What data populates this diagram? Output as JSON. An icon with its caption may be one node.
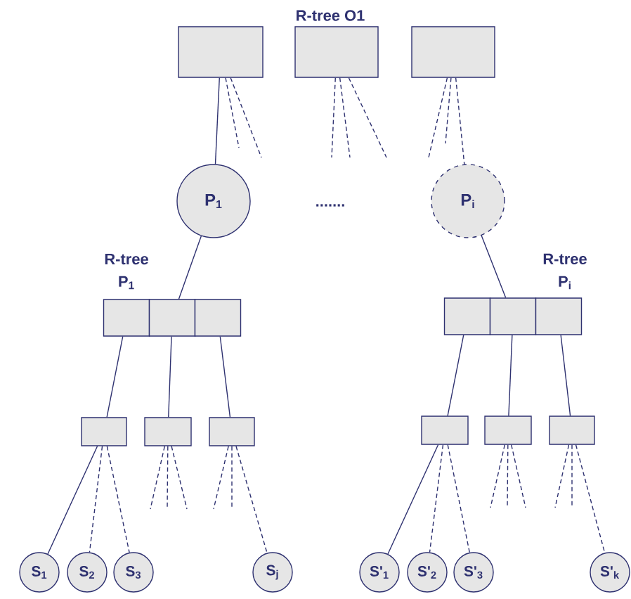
{
  "diagram": {
    "title": "R-tree O1",
    "nodes": [
      {
        "text": [],
        "shape": "box"
      },
      {
        "text": [],
        "shape": "box"
      },
      {
        "text": [],
        "shape": "box"
      },
      {
        "text": [
          "P$_{1}$"
        ]
      },
      {
        "text": [
          "P$_{i}$"
        ]
      },
      {
        "text": [],
        "shape": "box"
      },
      {
        "text": [],
        "shape": "box"
      },
      {
        "text": [],
        "shape": "box"
      },
      {
        "text": [],
        "shape": "box"
      },
      {
        "text": [],
        "shape": "box"
      },
      {
        "text": [],
        "shape": "box"
      },
      {
        "text": [],
        "shape": "box"
      },
      {
        "text": [],
        "shape": "box"
      },
      {
        "text": [],
        "shape": "box"
      },
      {
        "text": [],
        "shape": "box"
      },
      {
        "text": [],
        "shape": "box"
      },
      {
        "text": [],
        "shape": "box"
      },
      {
        "text": [
          "S$_{1}$"
        ]
      },
      {
        "text": [
          "S$_{2}$"
        ]
      },
      {
        "text": [
          "S$_{3}$"
        ]
      },
      {
        "text": [
          "S$_{j}$"
        ]
      },
      {
        "text": [
          "S'$_{1}$"
        ]
      },
      {
        "text": [
          "S'$_{2}$"
        ]
      },
      {
        "text": [
          "S'$_{3}$"
        ]
      },
      {
        "text": [
          "S'$_{k}$"
        ]
      }
    ],
    "edges": [
      {
        "from": 0,
        "to": 3,
        "arrow": "none"
      },
      {
        "from": 0,
        "to": null,
        "arrow": "none",
        "style": "dashed"
      },
      {
        "from": 0,
        "to": null,
        "arrow": "none",
        "style": "dashed"
      },
      {
        "from": 1,
        "to": null,
        "arrow": "none",
        "style": "dashed"
      },
      {
        "from": 1,
        "to": null,
        "arrow": "none",
        "style": "dashed"
      },
      {
        "from": 1,
        "to": null,
        "arrow": "none",
        "style": "dashed"
      },
      {
        "from": 2,
        "to": null,
        "arrow": "none",
        "style": "dashed"
      },
      {
        "from": 2,
        "to": null,
        "arrow": "none",
        "style": "dashed"
      },
      {
        "from": 2,
        "to": 4,
        "arrow": "none",
        "style": "dashed"
      },
      {
        "from": 3,
        "to": 6,
        "arrow": "none"
      },
      {
        "from": 4,
        "to": 9,
        "arrow": "none"
      },
      {
        "from": 5,
        "to": 11,
        "arrow": "none"
      },
      {
        "from": 6,
        "to": 12,
        "arrow": "none"
      },
      {
        "from": 7,
        "to": 13,
        "arrow": "none"
      },
      {
        "from": 8,
        "to": 14,
        "arrow": "none"
      },
      {
        "from": 9,
        "to": 15,
        "arrow": "none"
      },
      {
        "from": 10,
        "to": 16,
        "arrow": "none"
      },
      {
        "from": 11,
        "to": 17,
        "arrow": "none"
      },
      {
        "from": 11,
        "to": 18,
        "arrow": "none",
        "style": "dashed"
      },
      {
        "from": 11,
        "to": 19,
        "arrow": "none",
        "style": "dashed"
      },
      {
        "from": 12,
        "to": null,
        "arrow": "none",
        "style": "dashed"
      },
      {
        "from": 12,
        "to": null,
        "arrow": "none",
        "style": "dashed"
      },
      {
        "from": 12,
        "to": null,
        "arrow": "none",
        "style": "dashed"
      },
      {
        "from": 13,
        "to": null,
        "arrow": "none",
        "style": "dashed"
      },
      {
        "from": 13,
        "to": null,
        "arrow": "none",
        "style": "dashed"
      },
      {
        "from": 13,
        "to": 20,
        "arrow": "none",
        "style": "dashed"
      },
      {
        "from": 14,
        "to": 21,
        "arrow": "none"
      },
      {
        "from": 14,
        "to": 22,
        "arrow": "none",
        "style": "dashed"
      },
      {
        "from": 14,
        "to": 23,
        "arrow": "none",
        "style": "dashed"
      },
      {
        "from": 15,
        "to": null,
        "arrow": "none",
        "style": "dashed"
      },
      {
        "from": 15,
        "to": null,
        "arrow": "none",
        "style": "dashed"
      },
      {
        "from": 15,
        "to": null,
        "arrow": "none",
        "style": "dashed"
      },
      {
        "from": 16,
        "to": null,
        "arrow": "none",
        "style": "dashed"
      },
      {
        "from": 16,
        "to": null,
        "arrow": "none",
        "style": "dashed"
      },
      {
        "from": 16,
        "to": 24,
        "arrow": "none",
        "style": "dashed"
      }
    ],
    "labels": [
      "R-tree P$_{1}$",
      ".......",
      "R-tree P$_{i}$"
    ]
  }
}
